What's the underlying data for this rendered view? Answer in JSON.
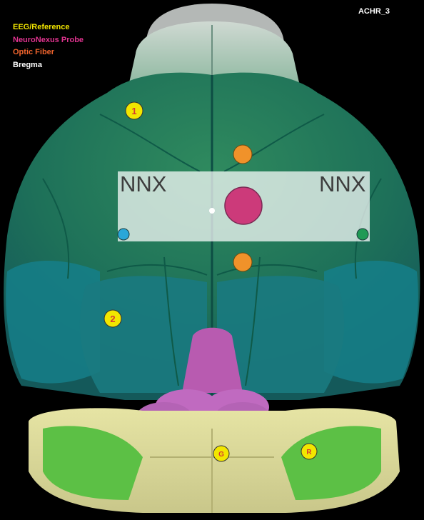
{
  "title": "ACHR_3",
  "legend": [
    {
      "label": "EEG/Reference",
      "color": "#f2e600"
    },
    {
      "label": "NeuroNexus Probe",
      "color": "#e0338f"
    },
    {
      "label": "Optic Fiber",
      "color": "#f0642d"
    },
    {
      "label": "Bregma",
      "color": "#ffffff"
    }
  ],
  "probe": {
    "left_label": "NNX",
    "right_label": "NNX"
  },
  "markers": {
    "eeg_1": "1",
    "eeg_2": "2",
    "ground": "G",
    "reference": "R"
  },
  "colors": {
    "eeg": "#f2e600",
    "optic": "#f0922a",
    "probe_center": "#cc3a7a",
    "left_contact": "#2aa7d8",
    "right_contact": "#1f9a55",
    "bregma": "#ffffff"
  }
}
